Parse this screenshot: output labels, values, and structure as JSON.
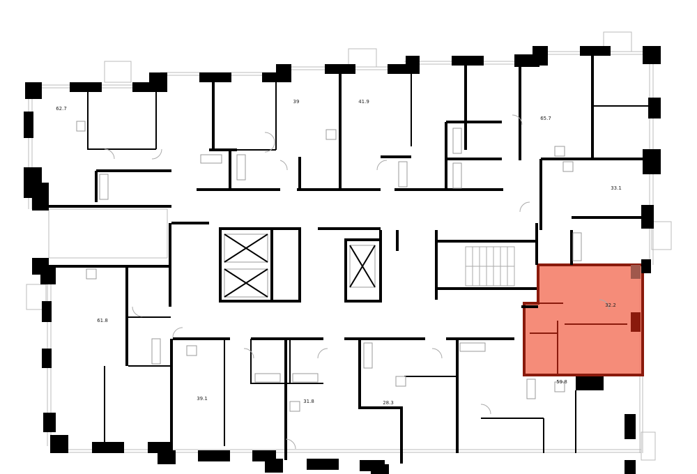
{
  "floor_plan": {
    "apartments": [
      {
        "id": "apt-1",
        "area": "62.7"
      },
      {
        "id": "apt-2",
        "area": "39"
      },
      {
        "id": "apt-3",
        "area": "41.9"
      },
      {
        "id": "apt-4",
        "area": "65.7"
      },
      {
        "id": "apt-5",
        "area": "33.1"
      },
      {
        "id": "apt-6",
        "area": "32.2",
        "highlighted": true
      },
      {
        "id": "apt-7",
        "area": "61.8"
      },
      {
        "id": "apt-8",
        "area": "39.1"
      },
      {
        "id": "apt-9",
        "area": "31.8"
      },
      {
        "id": "apt-10",
        "area": "28.3"
      },
      {
        "id": "apt-11",
        "area": "59.8"
      }
    ],
    "colors": {
      "highlight_fill": "#f4806a",
      "highlight_border": "#8a1a0c",
      "walls": "#000000",
      "background": "#ffffff"
    }
  }
}
